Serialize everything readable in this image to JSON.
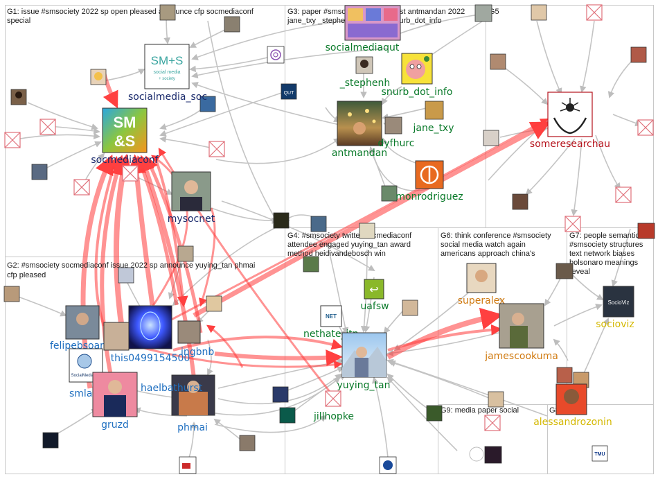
{
  "groups": [
    {
      "id": "G1",
      "lines": [
        "G1: issue #smsociety 2022 sp open pleased announce cfp socmediaconf",
        "special"
      ]
    },
    {
      "id": "G2",
      "lines": [
        "G2: #smsociety socmediaconf issue 2022 sp announce yuying_tan phmai",
        "cfp pleased"
      ]
    },
    {
      "id": "G3",
      "lines": [
        "G3: paper #smsociety method best antmandan 2022",
        "jane_txy _stephenh eddyfhurc snurb_dot_info"
      ]
    },
    {
      "id": "G4",
      "lines": [
        "G4: #smsociety twitter socmediaconf",
        "attendee engaged yuying_tan award",
        "method heidivandebosch win"
      ]
    },
    {
      "id": "G5",
      "lines": [
        "G5"
      ]
    },
    {
      "id": "G6",
      "lines": [
        "G6: think conference #smsociety",
        "social media watch again",
        "americans approach china's"
      ]
    },
    {
      "id": "G7",
      "lines": [
        "G7: people semantic",
        "#smsociety structures",
        "text network biases",
        "bolsonaro meanings",
        "reveal"
      ]
    },
    {
      "id": "G8",
      "lines": [
        "G8"
      ]
    },
    {
      "id": "G9",
      "lines": [
        "G9: media paper social"
      ]
    }
  ],
  "nodes": [
    {
      "id": "socialmedia_soc",
      "label": "socialmedia_soc",
      "color": "#1a2a6c",
      "icon": "sms-logo-text"
    },
    {
      "id": "socmediaconf",
      "label": "socmediaconf",
      "color": "#1a2a6c",
      "icon": "sms-logo-color"
    },
    {
      "id": "mysocnet",
      "label": "mysocnet",
      "color": "#1a2a6c",
      "icon": "person-photo"
    },
    {
      "id": "socialmediaqut",
      "label": "socialmediaqut",
      "color": "#0a7a2a",
      "icon": "collage-photo"
    },
    {
      "id": "_stephenh",
      "label": "_stephenh",
      "color": "#0a7a2a",
      "icon": "person-photo"
    },
    {
      "id": "snurb_dot_info",
      "label": "snurb_dot_info",
      "color": "#0a7a2a",
      "icon": "cartoon-face"
    },
    {
      "id": "jane_txy",
      "label": "jane_txy",
      "color": "#0a7a2a",
      "icon": "person-photo"
    },
    {
      "id": "antmandan",
      "label": "antmandan",
      "color": "#0a7a2a",
      "icon": "festive-photo"
    },
    {
      "id": "eddyfhurc",
      "label": "dyfhurc",
      "color": "#0a7a2a",
      "icon": "person-photo"
    },
    {
      "id": "monrodriguez",
      "label": "monrodriguez",
      "color": "#0a7a2a",
      "icon": "rebel-icon"
    },
    {
      "id": "someresearchau",
      "label": "someresearchau",
      "color": "#b5121b",
      "icon": "hands-network-icon"
    },
    {
      "id": "felipebsoares",
      "label": "felipebsoar",
      "color": "#1f6fc0",
      "icon": "person-photo"
    },
    {
      "id": "this0499154500",
      "label": "this0499154500",
      "color": "#1f6fc0",
      "icon": "face-art"
    },
    {
      "id": "kingbnb",
      "label": "ingbnb",
      "color": "#1f6fc0",
      "icon": "person-photo"
    },
    {
      "id": "smlab",
      "label": "smla",
      "color": "#1f6fc0",
      "icon": "socialmedialab-logo"
    },
    {
      "id": "michaelbathurst",
      "label": "haelbathurst",
      "color": "#1f6fc0",
      "icon": "person-photo"
    },
    {
      "id": "gruzd",
      "label": "gruzd",
      "color": "#1f6fc0",
      "icon": "person-photo"
    },
    {
      "id": "phmai",
      "label": "phmai",
      "color": "#1f6fc0",
      "icon": "person-photo"
    },
    {
      "id": "uafsw",
      "label": "uafsw",
      "color": "#0a7a2a",
      "icon": "uaf-logo"
    },
    {
      "id": "nethate_itn",
      "label": "nethate_itn",
      "color": "#0a7a2a",
      "icon": "net-logo"
    },
    {
      "id": "yuying_tan",
      "label": "yuying_tan",
      "color": "#0a7a2a",
      "icon": "person-photo"
    },
    {
      "id": "jillhopke",
      "label": "jillhopke",
      "color": "#0a7a2a",
      "icon": "missing-image"
    },
    {
      "id": "superalex",
      "label": "superalex",
      "color": "#d07a10",
      "icon": "person-photo"
    },
    {
      "id": "jamescookuma",
      "label": "jamescookuma",
      "color": "#d07a10",
      "icon": "person-photo"
    },
    {
      "id": "alessandrozonin",
      "label": "alessandrozonin",
      "color": "#d4b800",
      "icon": "person-photo"
    },
    {
      "id": "socioviz",
      "label": "socioviz",
      "color": "#d4b800",
      "icon": "socioviz-logo"
    }
  ],
  "logo_text": {
    "sms_text": [
      "SM+S",
      "social media",
      "+ society"
    ],
    "sms_color": [
      "SM",
      "&S"
    ],
    "socialmedialab": "SocialMediaLab",
    "uaf": "↩",
    "net": "NET",
    "socioviz": "SocioViz",
    "qut": "QUT",
    "tmu": "TMU"
  },
  "colors": {
    "red_edge": "#ff3b3b",
    "grey_edge": "#c8c8c8",
    "grid": "#c8c8c8",
    "missing": "#e0707a"
  }
}
